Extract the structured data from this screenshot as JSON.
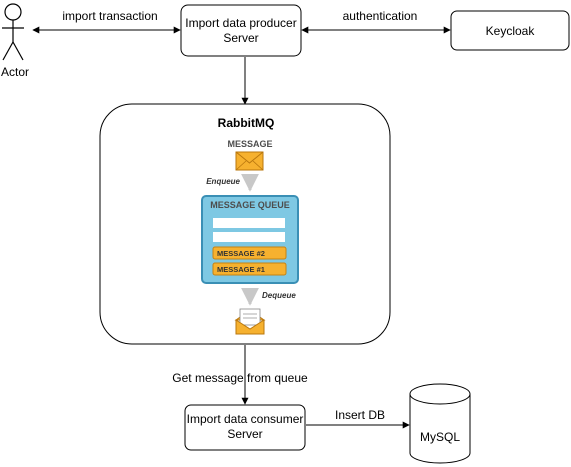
{
  "nodes": {
    "actor": "Actor",
    "producer": [
      "Import data producer",
      "Server"
    ],
    "keycloak": "Keycloak",
    "rabbitmq": "RabbitMQ",
    "consumer": [
      "Import data consumer",
      "Server"
    ],
    "mysql": "MySQL"
  },
  "edges": {
    "actor_producer": "import transaction",
    "producer_keycloak": "authentication",
    "rabbit_consumer": "Get message from queue",
    "consumer_mysql": "Insert DB"
  },
  "rabbit_inner": {
    "message": "MESSAGE",
    "enqueue": "Enqueue",
    "queue_title": "MESSAGE QUEUE",
    "items": [
      "MESSAGE #2",
      "MESSAGE #1"
    ],
    "dequeue": "Dequeue"
  },
  "colors": {
    "queue_fill": "#7ec8e3",
    "queue_stroke": "#3a8fb5",
    "item_fill": "#f6b12f",
    "item_stroke": "#c58212",
    "envelope": "#f6b12f",
    "arrow_gray": "#c8c8c8"
  }
}
